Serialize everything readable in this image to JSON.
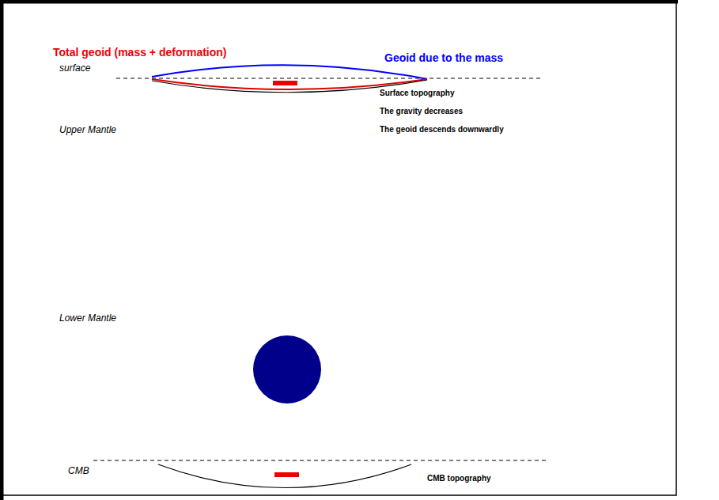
{
  "diagram": {
    "title": "Total geoid (mass + deformation)",
    "labels": [
      "surface",
      "Geoid due to the mass",
      "Surface topography",
      "The gravity decreases",
      "The geoid descends downwardly",
      "Upper Mantle",
      "Lower Mantle",
      "CMB",
      "CMB topography"
    ]
  }
}
